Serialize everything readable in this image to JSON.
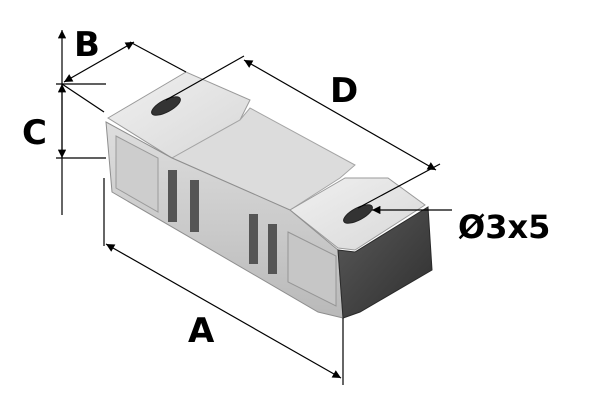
{
  "dimensions": {
    "a": "A",
    "b": "B",
    "c": "C",
    "d": "D",
    "hole": "Ø3x5"
  },
  "colors": {
    "top_face": "#e6e6e6",
    "front_face": "#cfcfcf",
    "end_face": "#4a4a4a",
    "slot": "#555555",
    "line": "#000000"
  }
}
